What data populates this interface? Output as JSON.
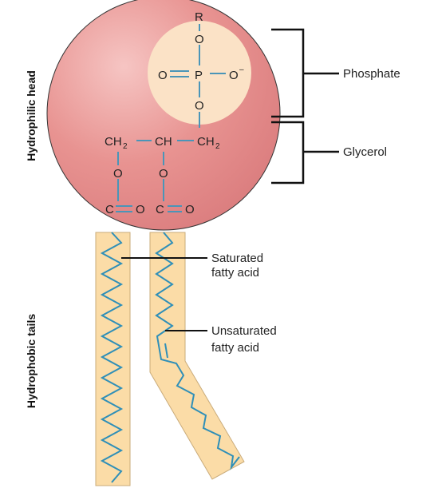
{
  "side_labels": {
    "head": "Hydrophilic head",
    "tails": "Hydrophobic tails"
  },
  "labels": {
    "phosphate": "Phosphate",
    "glycerol": "Glycerol",
    "saturated_line1": "Saturated",
    "saturated_line2": "fatty acid",
    "unsaturated_line1": "Unsaturated",
    "unsaturated_line2": "fatty acid"
  },
  "atoms": {
    "r": "R",
    "o": "O",
    "p": "P",
    "o_minus_sign": "–",
    "ch2": "CH",
    "ch": "CH",
    "sub2": "2",
    "c": "C"
  },
  "colors": {
    "head_fill": "#e0898a",
    "phosphate_fill": "#fbe2c6",
    "tail_fill": "#fbdca7",
    "tail_stroke": "#c9ab7a",
    "bond": "#4a95b8"
  }
}
